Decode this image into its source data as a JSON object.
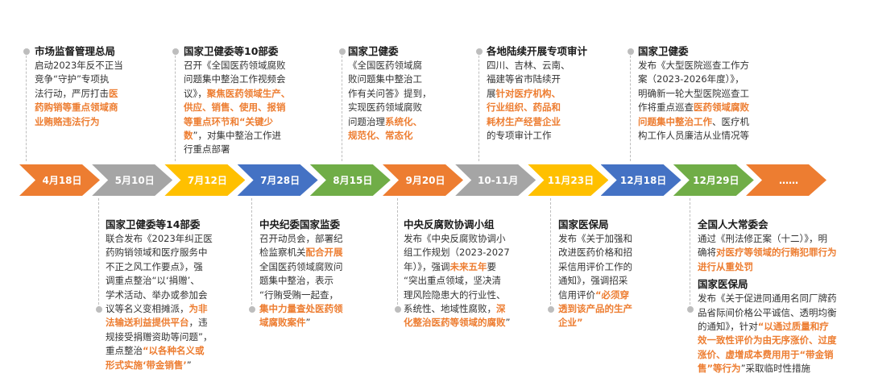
{
  "timeline": [
    {
      "date": "4月18日",
      "color": "#ED7D31"
    },
    {
      "date": "5月10日",
      "color": "#A5A5A5"
    },
    {
      "date": "7月12日",
      "color": "#FFC000"
    },
    {
      "date": "7月28日",
      "color": "#4472C4"
    },
    {
      "date": "8月15日",
      "color": "#70AD47"
    },
    {
      "date": "9月20日",
      "color": "#ED7D31"
    },
    {
      "date": "10-11月",
      "color": "#A5A5A5"
    },
    {
      "date": "11月23日",
      "color": "#FFC000"
    },
    {
      "date": "12月18日",
      "color": "#4472C4"
    },
    {
      "date": "12月29日",
      "color": "#70AD47"
    },
    {
      "date": "……",
      "color": "#ED7D31"
    }
  ],
  "events": [
    {
      "side": "top",
      "blocks": [
        {
          "title": "市场监督管理总局",
          "lines": [
            [
              {
                "t": "启动2023年反不正当"
              }
            ],
            [
              {
                "t": "竞争“守护”专项执"
              }
            ],
            [
              {
                "t": "法行动，严厉打击"
              },
              {
                "t": "医",
                "hl": true
              }
            ],
            [
              {
                "t": "药购销等重点领域商",
                "hl": true
              }
            ],
            [
              {
                "t": "业贿赂违法行为",
                "hl": true
              }
            ]
          ]
        }
      ]
    },
    {
      "side": "bottom",
      "blocks": [
        {
          "title": "国家卫健委等14部委",
          "lines": [
            [
              {
                "t": "联合发布《2023年纠正医"
              }
            ],
            [
              {
                "t": "药购销领域和医疗服务中"
              }
            ],
            [
              {
                "t": "不正之风工作要点》，强"
              }
            ],
            [
              {
                "t": "调重点整治“以‘捐赠’、"
              }
            ],
            [
              {
                "t": "学术活动、举办或参加会"
              }
            ],
            [
              {
                "t": "议等名义变相摊派，"
              },
              {
                "t": "为非",
                "hl": true
              }
            ],
            [
              {
                "t": "法输送利益提供平台",
                "hl": true
              },
              {
                "t": "，违"
              }
            ],
            [
              {
                "t": "规接受捐赠资助等问题”，"
              }
            ],
            [
              {
                "t": "重点整治"
              },
              {
                "t": "“以各种名义或",
                "hl": true
              }
            ],
            [
              {
                "t": "形式实施‘带金销售’",
                "hl": true
              },
              {
                "t": "”"
              }
            ]
          ]
        }
      ]
    },
    {
      "side": "top",
      "blocks": [
        {
          "title": "国家卫健委等10部委",
          "lines": [
            [
              {
                "t": "召开《全国医药领域腐败"
              }
            ],
            [
              {
                "t": "问题集中整治工作视频会"
              }
            ],
            [
              {
                "t": "议》，"
              },
              {
                "t": "聚焦医药领域生产、",
                "hl": true
              }
            ],
            [
              {
                "t": "供应、销售、使用、报销",
                "hl": true
              }
            ],
            [
              {
                "t": "等重点环节和“关键少",
                "hl": true
              }
            ],
            [
              {
                "t": "数",
                "hl": true
              },
              {
                "t": "”，对集中整治工作进"
              }
            ],
            [
              {
                "t": "行重点部署"
              }
            ]
          ]
        }
      ]
    },
    {
      "side": "bottom",
      "blocks": [
        {
          "title": "中央纪委国家监委",
          "lines": [
            [
              {
                "t": "召开动员会，部署纪"
              }
            ],
            [
              {
                "t": "检监察机关"
              },
              {
                "t": "配合开展",
                "hl": true
              }
            ],
            [
              {
                "t": "全国医药领域腐败问"
              }
            ],
            [
              {
                "t": "题集中整治，表示"
              }
            ],
            [
              {
                "t": "“行贿受贿一起查，"
              }
            ],
            [
              {
                "t": "集中力量查处医药领",
                "hl": true
              }
            ],
            [
              {
                "t": "域腐败案件",
                "hl": true
              },
              {
                "t": "”"
              }
            ]
          ]
        }
      ]
    },
    {
      "side": "top",
      "blocks": [
        {
          "title": "国家卫健委",
          "lines": [
            [
              {
                "t": "《全国医药领域腐"
              }
            ],
            [
              {
                "t": "败问题集中整治工"
              }
            ],
            [
              {
                "t": "作有关问答》提到，"
              }
            ],
            [
              {
                "t": "实现医药领域腐败"
              }
            ],
            [
              {
                "t": "问题治理"
              },
              {
                "t": "系统化、",
                "hl": true
              }
            ],
            [
              {
                "t": "规范化、常态化",
                "hl": true
              }
            ]
          ]
        }
      ]
    },
    {
      "side": "bottom",
      "blocks": [
        {
          "title": "中央反腐败协调小组",
          "lines": [
            [
              {
                "t": "发布《中央反腐败协调小"
              }
            ],
            [
              {
                "t": "组工作规划（2023-2027"
              }
            ],
            [
              {
                "t": "年）》，强调"
              },
              {
                "t": "未来五年",
                "hl": true
              },
              {
                "t": "要"
              }
            ],
            [
              {
                "t": "“突出重点领域，坚决清"
              }
            ],
            [
              {
                "t": "理风险隐患大的行业性、"
              }
            ],
            [
              {
                "t": "系统性、地域性腐败，"
              },
              {
                "t": "深",
                "hl": true
              }
            ],
            [
              {
                "t": "化整治医药等领域的腐败",
                "hl": true
              },
              {
                "t": "”"
              }
            ]
          ]
        }
      ]
    },
    {
      "side": "top",
      "blocks": [
        {
          "title": "各地陆续开展专项审计",
          "lines": [
            [
              {
                "t": "四川、吉林、云南、"
              }
            ],
            [
              {
                "t": "福建等省市陆续开"
              }
            ],
            [
              {
                "t": "展"
              },
              {
                "t": "针对医疗机构、",
                "hl": true
              }
            ],
            [
              {
                "t": "行业组织、药品和",
                "hl": true
              }
            ],
            [
              {
                "t": "耗材生产经营企业",
                "hl": true
              }
            ],
            [
              {
                "t": "的专项审计工作"
              }
            ]
          ]
        }
      ]
    },
    {
      "side": "bottom",
      "blocks": [
        {
          "title": "国家医保局",
          "lines": [
            [
              {
                "t": "发布《关于加强和"
              }
            ],
            [
              {
                "t": "改进医药价格和招"
              }
            ],
            [
              {
                "t": "采信用评价工作的"
              }
            ],
            [
              {
                "t": "通知》，强调招采"
              }
            ],
            [
              {
                "t": "信用评价"
              },
              {
                "t": "“必须穿",
                "hl": true
              }
            ],
            [
              {
                "t": "透到该产品的生产",
                "hl": true
              }
            ],
            [
              {
                "t": "企业”",
                "hl": true
              }
            ]
          ]
        }
      ]
    },
    {
      "side": "top",
      "blocks": [
        {
          "title": "国家卫健委",
          "lines": [
            [
              {
                "t": "发布《大型医院巡查工作方"
              }
            ],
            [
              {
                "t": "案（2023-2026年度）》，"
              }
            ],
            [
              {
                "t": "明确新一轮大型医院巡查工"
              }
            ],
            [
              {
                "t": "作将重点巡查"
              },
              {
                "t": "医药领域腐败",
                "hl": true
              }
            ],
            [
              {
                "t": "问题集中整治工作",
                "hl": true
              },
              {
                "t": "、医疗机"
              }
            ],
            [
              {
                "t": "构工作人员廉洁从业情况等"
              }
            ]
          ]
        }
      ]
    },
    {
      "side": "bottom",
      "blocks": [
        {
          "title": "全国人大常委会",
          "lines": [
            [
              {
                "t": "通过《刑法修正案（十二）》，明"
              }
            ],
            [
              {
                "t": "确将"
              },
              {
                "t": "对医疗等领域的行贿犯罪行为",
                "hl": true
              }
            ],
            [
              {
                "t": "进行从重处罚",
                "hl": true
              }
            ]
          ]
        },
        {
          "title": "国家医保局",
          "lines": [
            [
              {
                "t": "发布《关于促进同通用名同厂牌药"
              }
            ],
            [
              {
                "t": "品省际间价格公平诚信、透明均衡"
              }
            ],
            [
              {
                "t": "的通知》，针对"
              },
              {
                "t": "“以通过质量和疗",
                "hl": true
              }
            ],
            [
              {
                "t": "效一致性评价为由无序涨价、过度",
                "hl": true
              }
            ],
            [
              {
                "t": "涨价、虚增成本费用用于“带金销",
                "hl": true
              }
            ],
            [
              {
                "t": "售”等行为",
                "hl": true
              },
              {
                "t": "”采取临时性措施"
              }
            ]
          ]
        }
      ]
    }
  ]
}
